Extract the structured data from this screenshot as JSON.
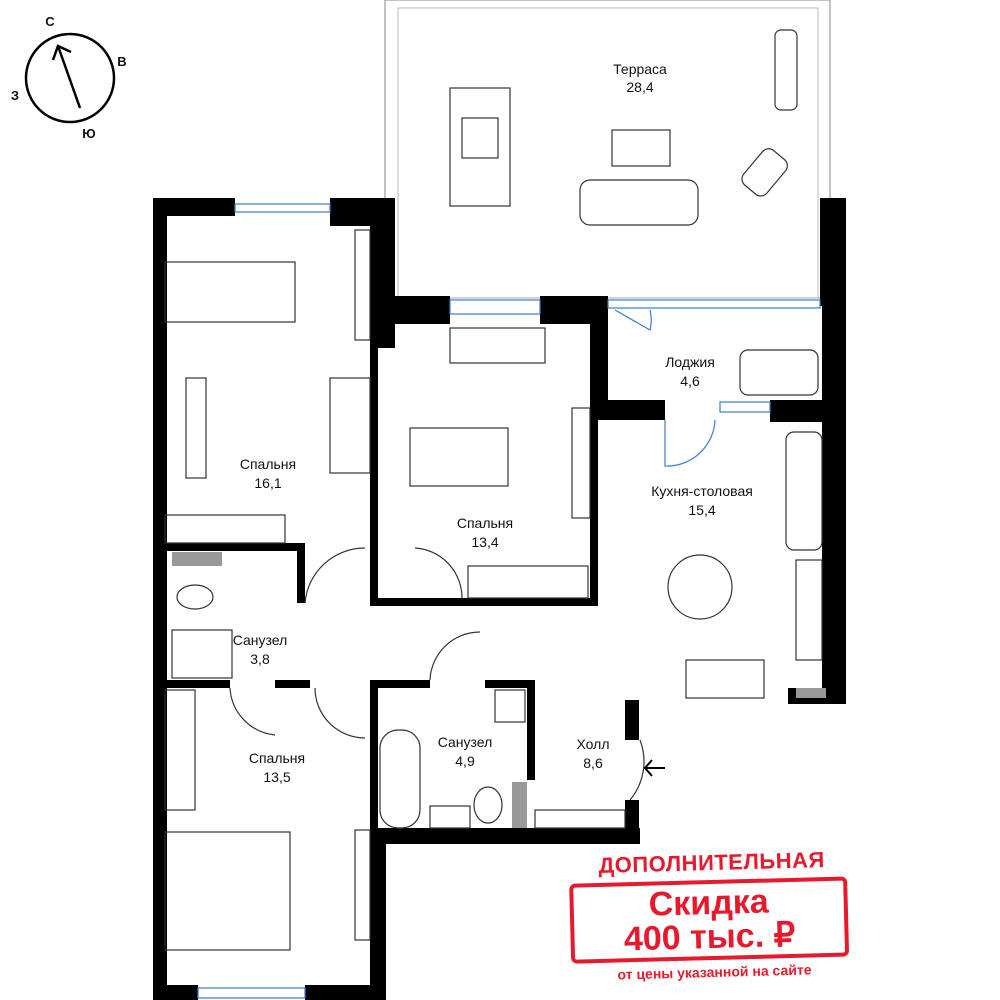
{
  "compass": {
    "north": "С",
    "east": "В",
    "south": "Ю",
    "west": "З"
  },
  "rooms": [
    {
      "name": "Терраса",
      "area": "28,4"
    },
    {
      "name": "Лоджия",
      "area": "4,6"
    },
    {
      "name": "Спальня",
      "area": "16,1"
    },
    {
      "name": "Спальня",
      "area": "13,4"
    },
    {
      "name": "Кухня-столовая",
      "area": "15,4"
    },
    {
      "name": "Санузел",
      "area": "3,8"
    },
    {
      "name": "Спальня",
      "area": "13,5"
    },
    {
      "name": "Санузел",
      "area": "4,9"
    },
    {
      "name": "Холл",
      "area": "8,6"
    }
  ],
  "promo": {
    "line1": "ДОПОЛНИТЕЛЬНАЯ",
    "line2": "Скидка",
    "line3": "400 тыс. ₽",
    "line4": "от цены указанной на сайте",
    "color": "#e8192c"
  }
}
